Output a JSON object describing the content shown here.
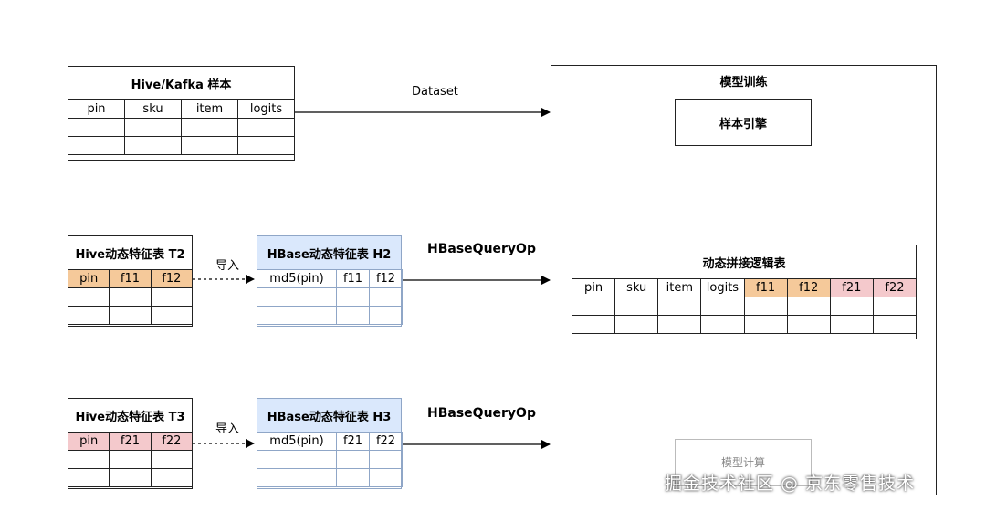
{
  "sample_table": {
    "title": "Hive/Kafka 样本",
    "headers": [
      "pin",
      "sku",
      "item",
      "logits"
    ]
  },
  "dataset_label": "Dataset",
  "hive_t2": {
    "title": "Hive动态特征表 T2",
    "headers": [
      "pin",
      "f11",
      "f12"
    ]
  },
  "hive_t3": {
    "title": "Hive动态特征表 T3",
    "headers": [
      "pin",
      "f21",
      "f22"
    ]
  },
  "import_label_1": "导入",
  "import_label_2": "导入",
  "hbase_h2": {
    "title": "HBase动态特征表 H2",
    "headers": [
      "md5(pin)",
      "f11",
      "f12"
    ]
  },
  "hbase_h3": {
    "title": "HBase动态特征表 H3",
    "headers": [
      "md5(pin)",
      "f21",
      "f22"
    ]
  },
  "query_op_1": "HBaseQueryOp",
  "query_op_2": "HBaseQueryOp",
  "model_training": {
    "title": "模型训练",
    "sample_engine": "样本引擎",
    "join_table": {
      "title": "动态拼接逻辑表",
      "headers": [
        "pin",
        "sku",
        "item",
        "logits",
        "f11",
        "f12",
        "f21",
        "f22"
      ]
    },
    "model_compute": "模型计算"
  },
  "watermark": "掘金技术社区 @ 京东零售技术",
  "colors": {
    "orange_cell": "#f5c99a",
    "pink_cell": "#f4c9cc",
    "hbase_header": "#dae8fc",
    "hbase_border": "#8fa6c7"
  }
}
